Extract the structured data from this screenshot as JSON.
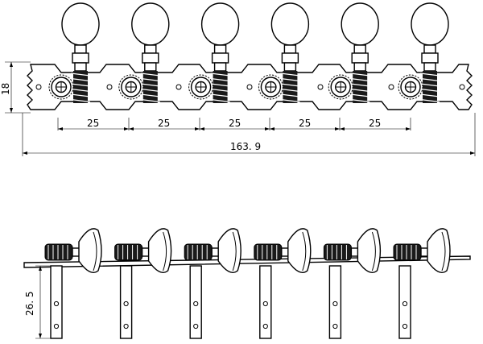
{
  "dimensions": {
    "plate_height": "18",
    "spacing_1": "25",
    "spacing_2": "25",
    "spacing_3": "25",
    "spacing_4": "25",
    "spacing_5": "25",
    "overall_length": "163. 9",
    "post_height": "26. 5"
  },
  "tuner_count": 6,
  "colors": {
    "line": "#000000",
    "background": "#ffffff",
    "worm": "#1a1a1a"
  }
}
